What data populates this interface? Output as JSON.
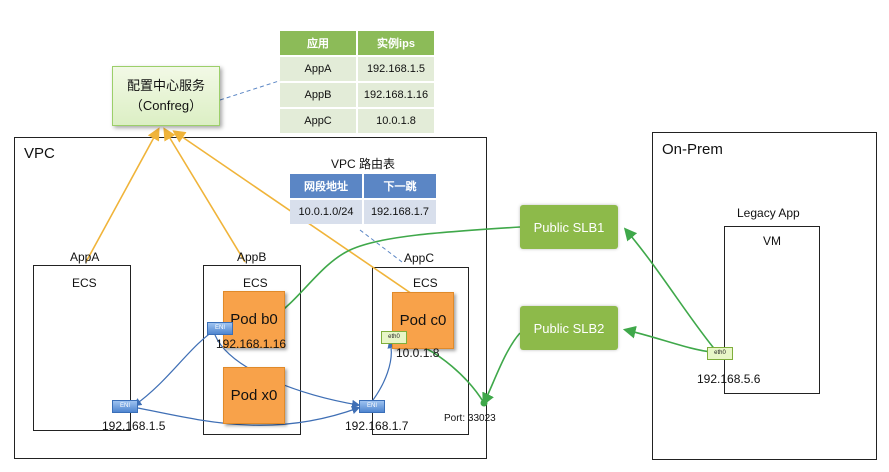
{
  "config_service": {
    "line1": "配置中心服务",
    "line2": "（Confreg）"
  },
  "app_table": {
    "headers": [
      "应用",
      "实例ips"
    ],
    "rows": [
      [
        "AppA",
        "192.168.1.5"
      ],
      [
        "AppB",
        "192.168.1.16"
      ],
      [
        "AppC",
        "10.0.1.8"
      ]
    ]
  },
  "vpc": {
    "label": "VPC",
    "route_table": {
      "title": "VPC 路由表",
      "headers": [
        "网段地址",
        "下一跳"
      ],
      "rows": [
        [
          "10.0.1.0/24",
          "192.168.1.7"
        ]
      ]
    }
  },
  "apps": {
    "appA": {
      "name": "AppA",
      "ecs": "ECS",
      "eni_ip": "192.168.1.5",
      "eni": "ENI"
    },
    "appB": {
      "name": "AppB",
      "ecs": "ECS",
      "pod1": "Pod b0",
      "pod2": "Pod x0",
      "eni_ip": "192.168.1.16",
      "eni": "ENI"
    },
    "appC": {
      "name": "AppC",
      "ecs": "ECS",
      "pod": "Pod c0",
      "eth": "eth0",
      "ip": "10.0.1.8",
      "port": "Port: 33023",
      "eni_ip": "192.168.1.7",
      "eni": "ENI"
    }
  },
  "slb1": "Public SLB1",
  "slb2": "Public SLB2",
  "onprem": {
    "label": "On-Prem",
    "app": "Legacy App",
    "vm": "VM",
    "eth": "eth0",
    "ip": "192.168.5.6"
  },
  "colors": {
    "orange_line": "#f0b43a",
    "green_line": "#3fa84a",
    "blue_line": "#3f6fb5",
    "pod": "#f8a24a",
    "slb": "#8dba4a"
  }
}
